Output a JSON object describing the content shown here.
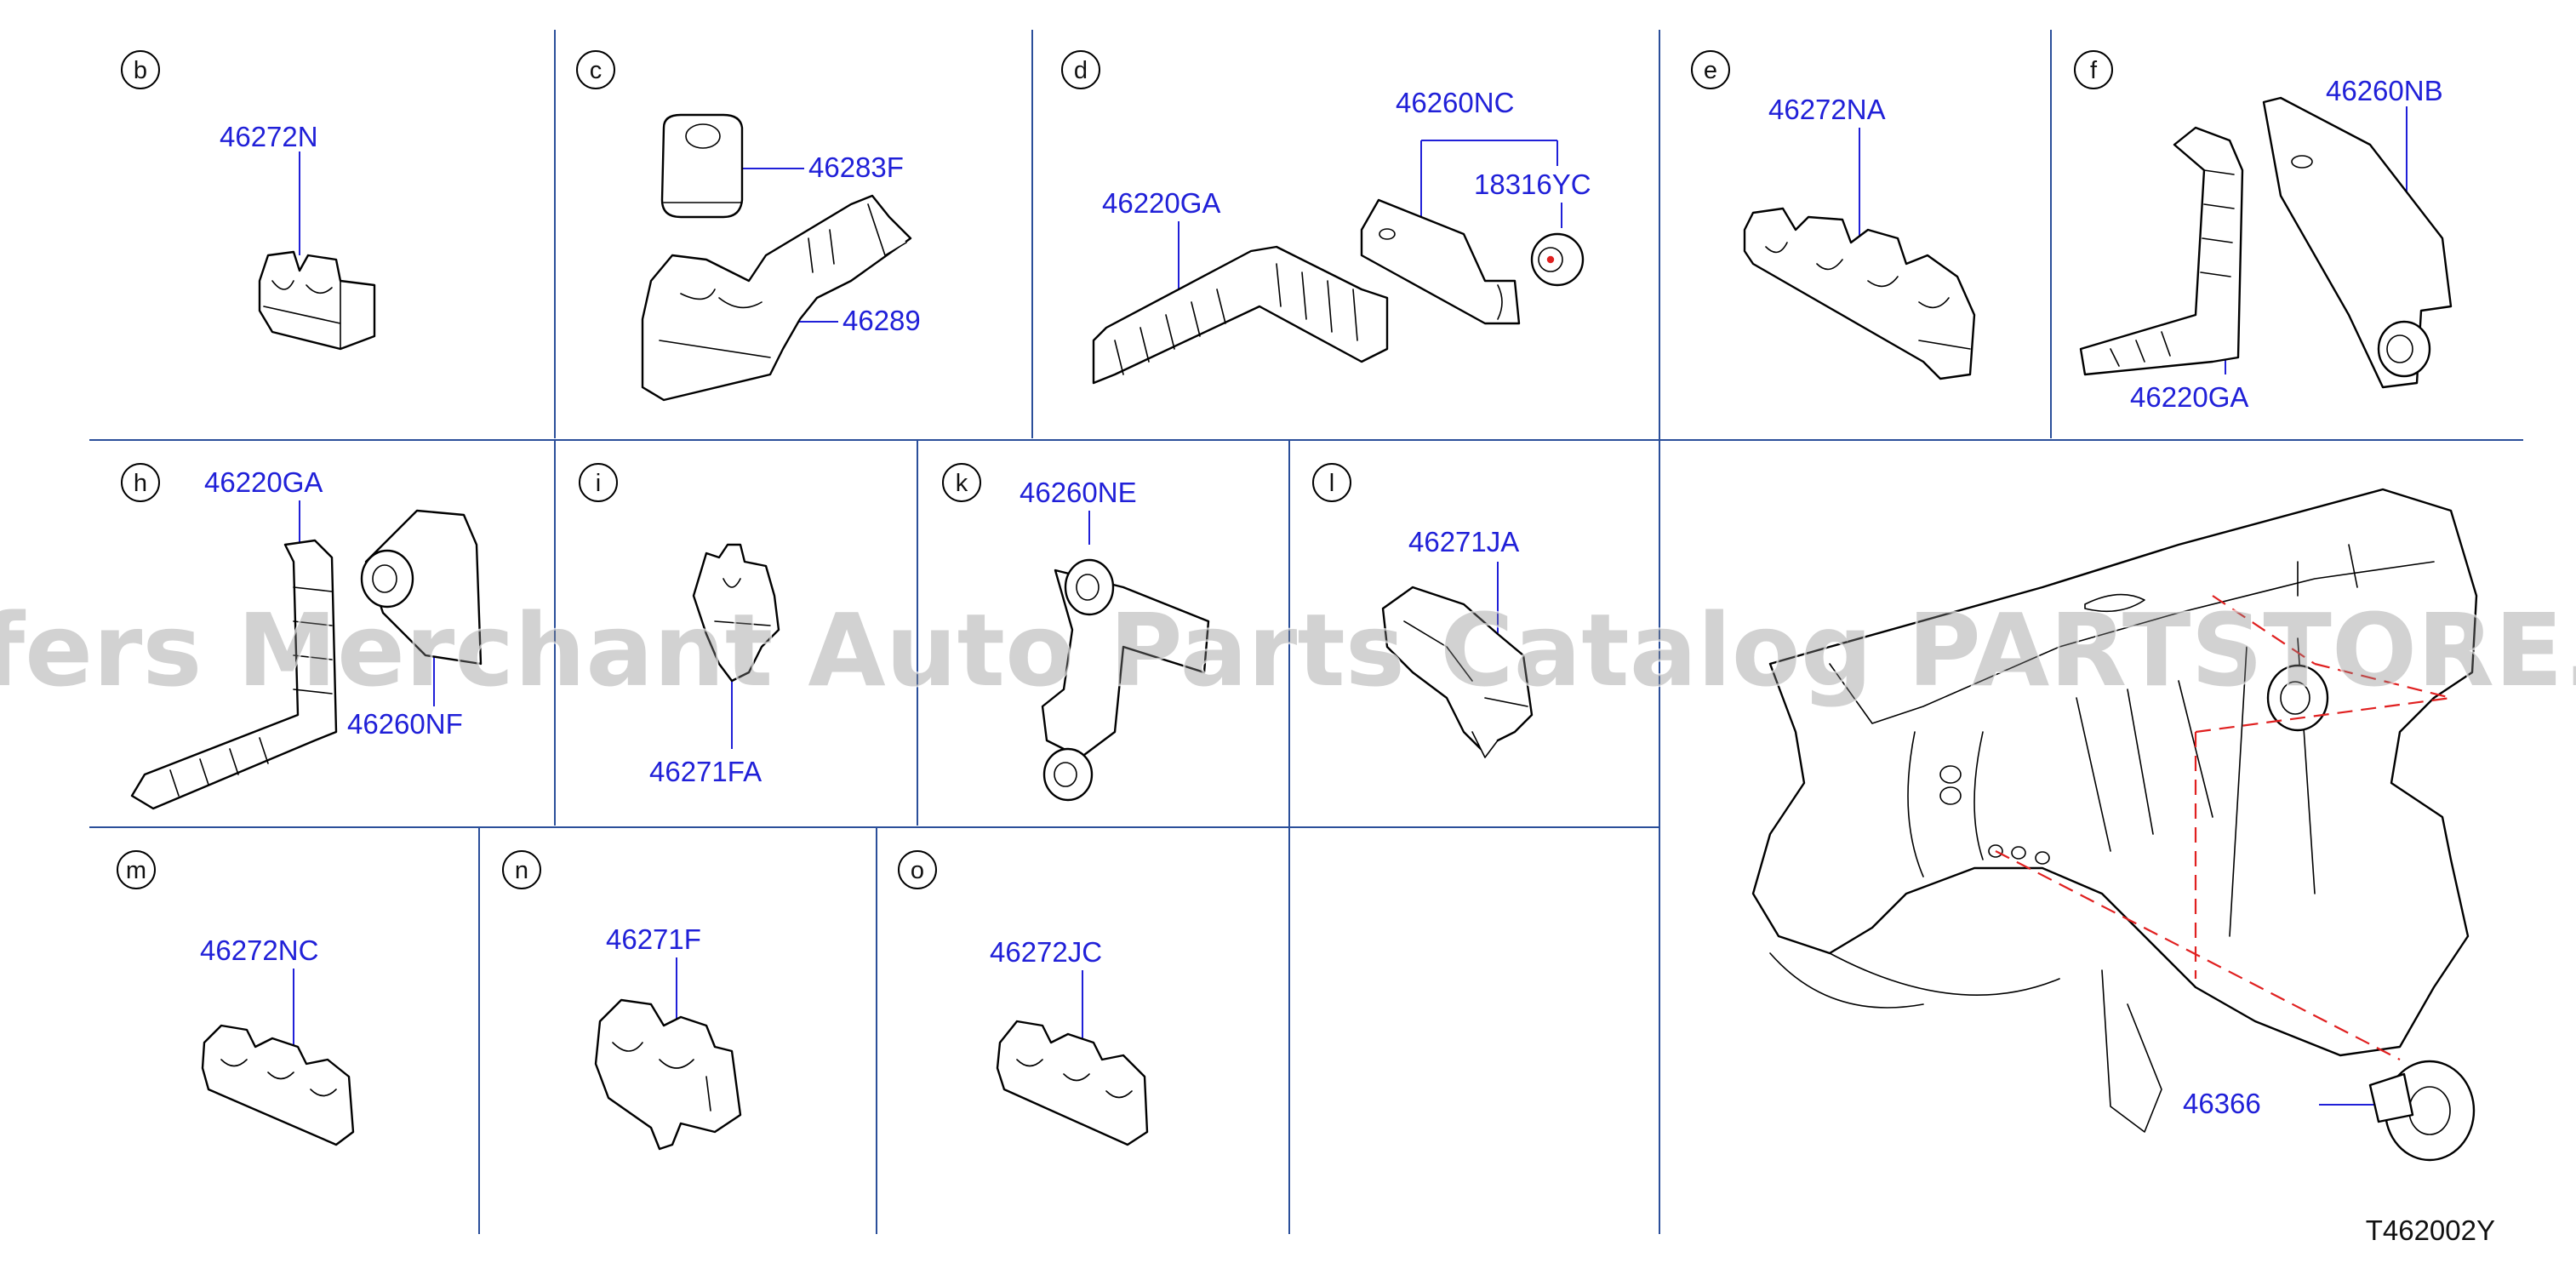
{
  "watermark": "Offers Merchant Auto Parts Catalog PARTSTORE.SA",
  "reference_code": "T462002Y",
  "panels": {
    "b": {
      "label": "b",
      "parts": [
        "46272N"
      ]
    },
    "c": {
      "label": "c",
      "parts": [
        "46283F",
        "46289"
      ]
    },
    "d": {
      "label": "d",
      "parts": [
        "46260NC",
        "18316YC",
        "46220GA"
      ]
    },
    "e": {
      "label": "e",
      "parts": [
        "46272NA"
      ]
    },
    "f": {
      "label": "f",
      "parts": [
        "46260NB",
        "46220GA"
      ]
    },
    "h": {
      "label": "h",
      "parts": [
        "46220GA",
        "46260NF"
      ]
    },
    "i": {
      "label": "i",
      "parts": [
        "46271FA"
      ]
    },
    "k": {
      "label": "k",
      "parts": [
        "46260NE"
      ]
    },
    "l": {
      "label": "l",
      "parts": [
        "46271JA"
      ]
    },
    "m": {
      "label": "m",
      "parts": [
        "46272NC"
      ]
    },
    "n": {
      "label": "n",
      "parts": [
        "46271F"
      ]
    },
    "o": {
      "label": "o",
      "parts": [
        "46272JC"
      ]
    },
    "main": {
      "parts": [
        "46366"
      ]
    }
  },
  "colors": {
    "part_number": "#2020d8",
    "grid_line": "#2b4f9a",
    "dashed_guide": "#e02020",
    "outline": "#000000",
    "watermark": "#8a8a8a"
  }
}
